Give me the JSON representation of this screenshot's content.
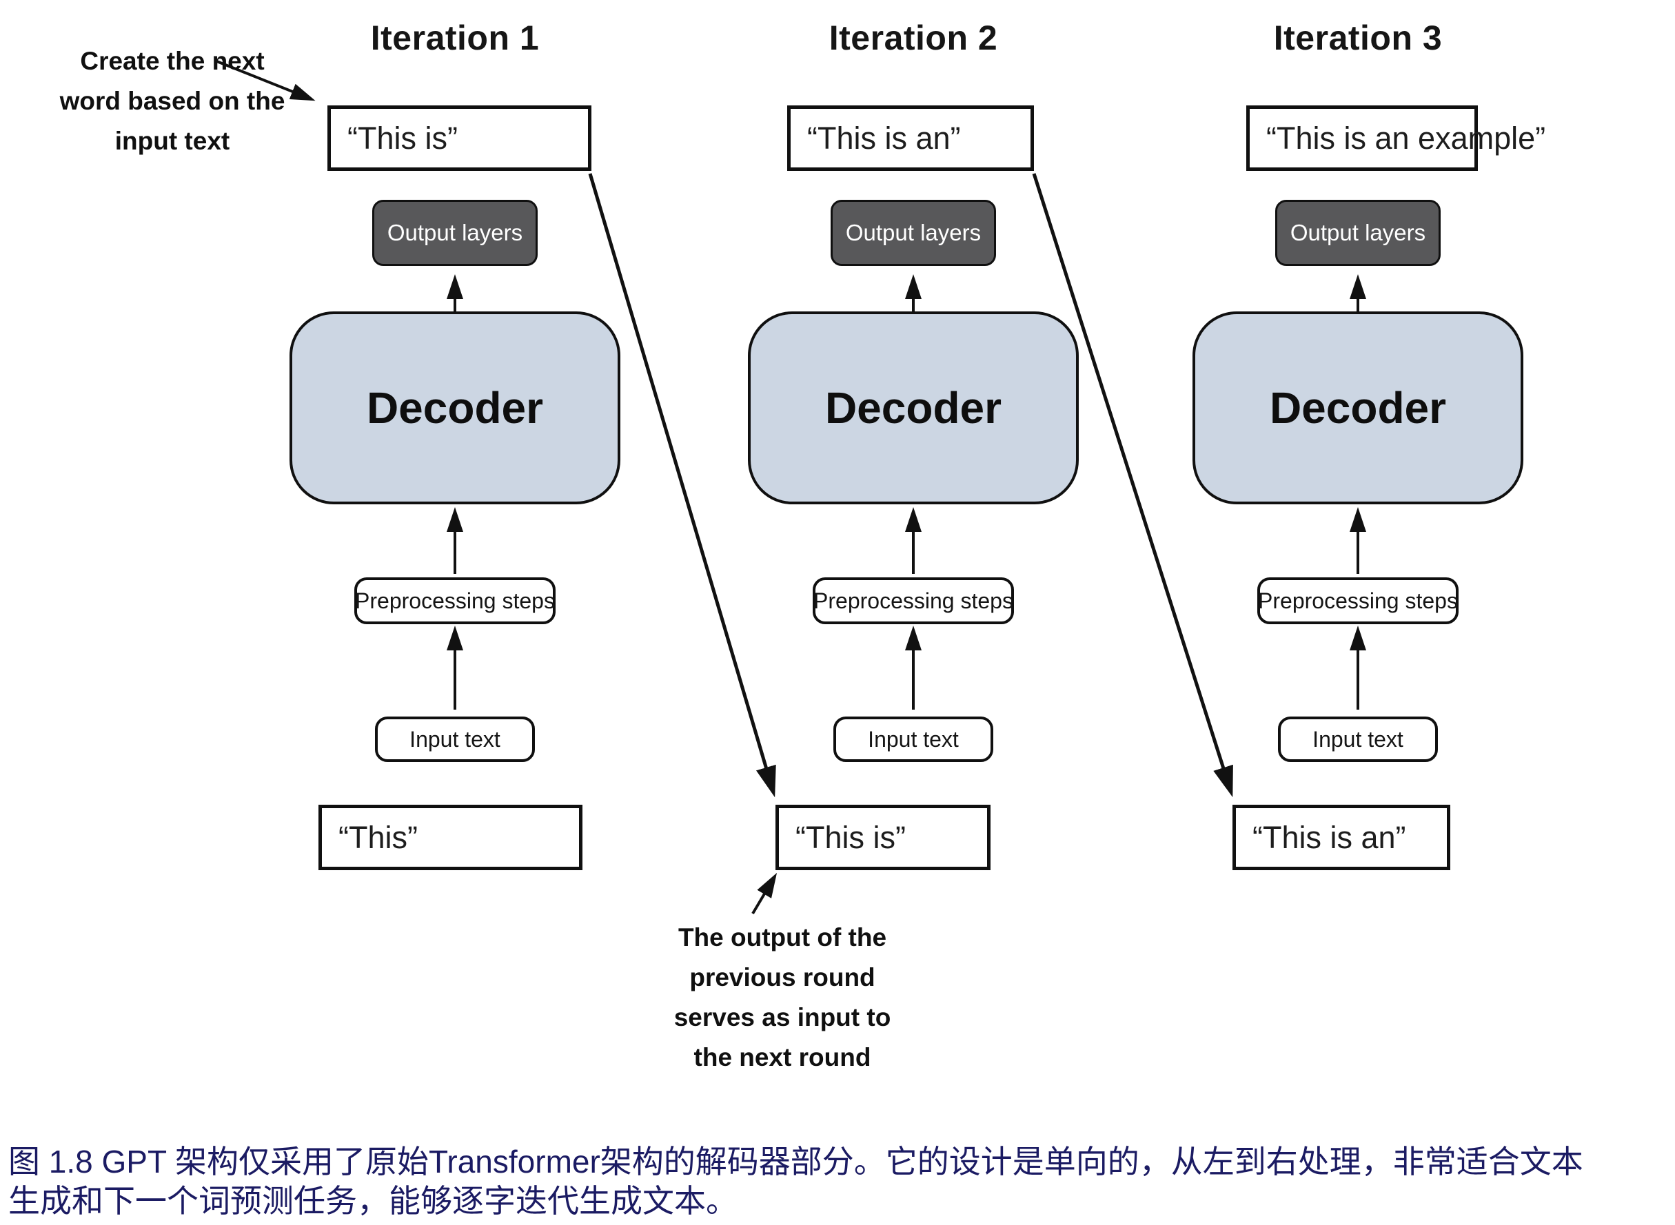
{
  "figure_caption": {
    "line1": "图 1.8  GPT 架构仅采用了原始Transformer架构的解码器部分。它的设计是单向的，从左到右处理，非常适合文本",
    "line2": "生成和下一个词预测任务，能够逐字迭代生成文本。"
  },
  "annotations": {
    "create_next_word": {
      "line1": "Create the next",
      "line2": "word based on the",
      "line3": "input text"
    },
    "output_feedback": {
      "line1": "The output of the",
      "line2": "previous round",
      "line3": "serves as input to",
      "line4": "the next round"
    }
  },
  "labels": {
    "output_layers": "Output layers",
    "decoder": "Decoder",
    "preprocessing": "Preprocessing steps",
    "input_text": "Input text"
  },
  "iterations": [
    {
      "title": "Iteration 1",
      "generated_text": "“This is”",
      "input_text_value": "“This”"
    },
    {
      "title": "Iteration 2",
      "generated_text": "“This is an”",
      "input_text_value": "“This is”"
    },
    {
      "title": "Iteration 3",
      "generated_text": "“This is an example”",
      "input_text_value": "“This is an”"
    }
  ],
  "colors": {
    "decoder_fill": "#ccd6e3",
    "output_layers_fill": "#58585a",
    "caption_text": "#1b1b63",
    "line_color": "#111111"
  }
}
